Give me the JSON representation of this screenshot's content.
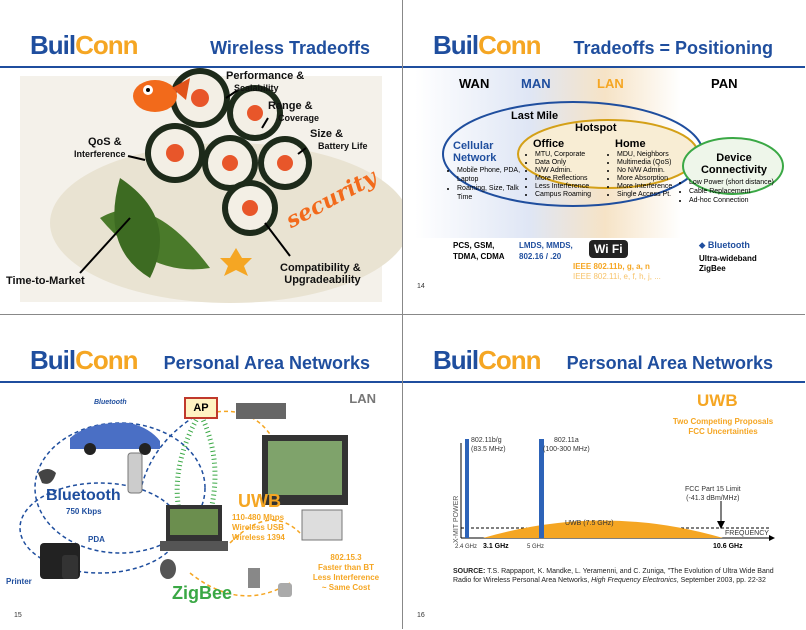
{
  "brand": {
    "part1": "Buil",
    "part2": "Conn"
  },
  "slide1": {
    "title": "Wireless Tradeoffs",
    "perf": "Performance &",
    "perf2": "Scalability",
    "range": "Range &",
    "range2": "Coverage",
    "qos": "QoS &",
    "qos2": "Interference",
    "size": "Size &",
    "size2": "Battery Life",
    "security": "security",
    "ttm": "Time-to-Market",
    "compat": "Compatibility &",
    "compat2": "Upgradeability"
  },
  "slide2": {
    "title": "Tradeoffs = Positioning",
    "wan": "WAN",
    "man": "MAN",
    "lan": "LAN",
    "pan": "PAN",
    "lastmile": "Last Mile",
    "hotspot": "Hotspot",
    "cellular": "Cellular",
    "network": "Network",
    "cell_items": [
      "Mobile Phone, PDA, Laptop",
      "Roaming, Size, Talk Time"
    ],
    "office": "Office",
    "office_items": [
      "MTU, Corporate",
      "Data Only",
      "N/W Admin.",
      "More Reflections",
      "Less Interference",
      "Campus Roaming"
    ],
    "home": "Home",
    "home_items": [
      "MDU, Neighbors",
      "Multimedia (QoS)",
      "No N/W Admin.",
      "More Absorption",
      "More Interference",
      "Single Access Pt."
    ],
    "device": "Device",
    "connectivity": "Connectivity",
    "device_items": [
      "Low Power (short distance)",
      "Cable Replacement",
      "Ad-hoc Connection"
    ],
    "pcs": "PCS, GSM,",
    "tdma": "TDMA, CDMA",
    "lmds": "LMDS, MMDS,",
    "lmds2": "802.16 / .20",
    "wifi": "Wi Fi",
    "ieee1": "IEEE 802.11b, g, a, n",
    "ieee2": "IEEE 802.11i, e, f, h, j, ...",
    "bt": "Bluetooth",
    "uwb_text": "Ultra-wideband",
    "zigbee": "ZigBee",
    "page": "14"
  },
  "slide3": {
    "title": "Personal Area Networks",
    "lan": "LAN",
    "ap": "AP",
    "bt_logo": "Bluetooth",
    "bluetooth": "Bluetooth",
    "bt_speed": "750 Kbps",
    "pda": "PDA",
    "printer": "Printer",
    "uwb": "UWB",
    "uwb_items": [
      "110-480 Mbps",
      "Wireless USB",
      "Wireless 1394"
    ],
    "zb_std": "802.15.3",
    "zb_items": [
      "Faster than BT",
      "Less Interference",
      "~ Same Cost"
    ],
    "zigbee": "ZigBee",
    "page": "15"
  },
  "slide4": {
    "title": "Personal Area Networks",
    "uwb": "UWB",
    "sub1": "Two Competing Proposals",
    "sub2": "FCC Uncertainties",
    "ylabel": "X-MIT POWER",
    "b1": "802.11b/g",
    "b1r": "(83.5 MHz)",
    "b2": "802.11a",
    "b2r": "(100-300 MHz)",
    "fcc1": "FCC Part 15 Limit",
    "fcc2": "(-41.3 dBm/MHz)",
    "uwb_band": "UWB (7.5 GHz)",
    "freq": "FREQUENCY",
    "t1": "2.4 GHz",
    "t2": "3.1 GHz",
    "t3": "5 GHz",
    "t4": "10.6 GHz",
    "source_label": "SOURCE:",
    "source_text": "T.S. Rappaport, K. Mandke, L. Yeramenni, and C. Zuniga, \"The Evolution of Ultra Wide Band Radio for Wireless Personal Area Networks,",
    "source_journal": "High Frequency Electronics",
    "source_end": ", September 2003, pp. 22-32",
    "page": "16"
  }
}
